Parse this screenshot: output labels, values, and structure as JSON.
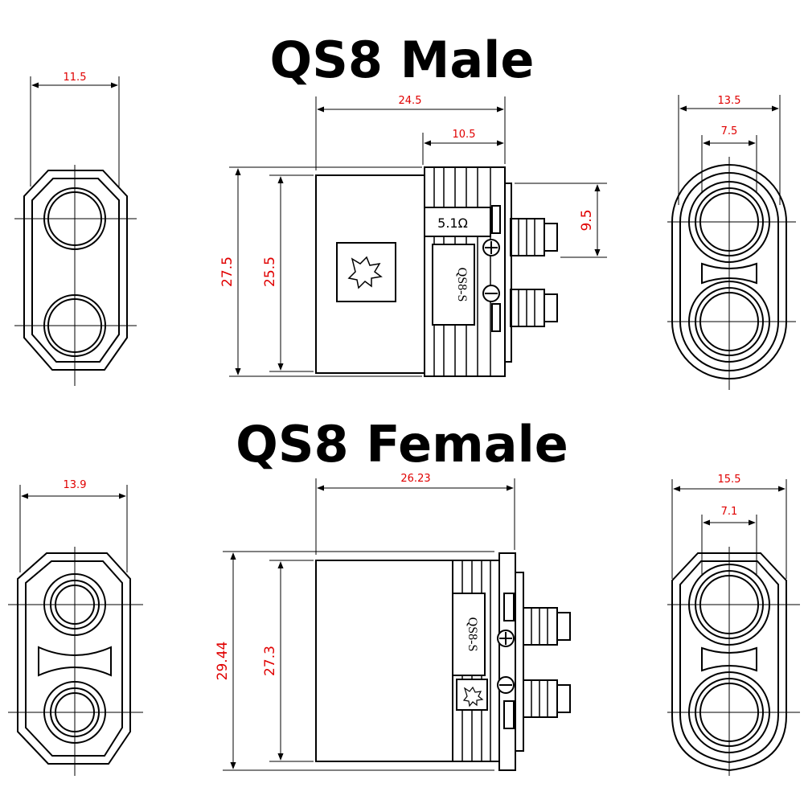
{
  "titles": {
    "male": "QS8 Male",
    "female": "QS8 Female"
  },
  "male": {
    "left_width": "11.5",
    "side_length": "24.5",
    "side_rear": "10.5",
    "side_height_outer": "27.5",
    "side_height_inner": "25.5",
    "pin_spacing": "9.5",
    "resistor_label": "5.1Ω",
    "model_label": "QS8-S",
    "right_width_outer": "13.5",
    "right_width_inner": "7.5"
  },
  "female": {
    "left_width": "13.9",
    "side_length": "26.23",
    "side_height_outer": "29.44",
    "side_height_inner": "27.3",
    "model_label": "QS8-S",
    "right_width_outer": "15.5",
    "right_width_inner": "7.1"
  },
  "colors": {
    "dimension": "#e00000",
    "line": "#000000"
  }
}
